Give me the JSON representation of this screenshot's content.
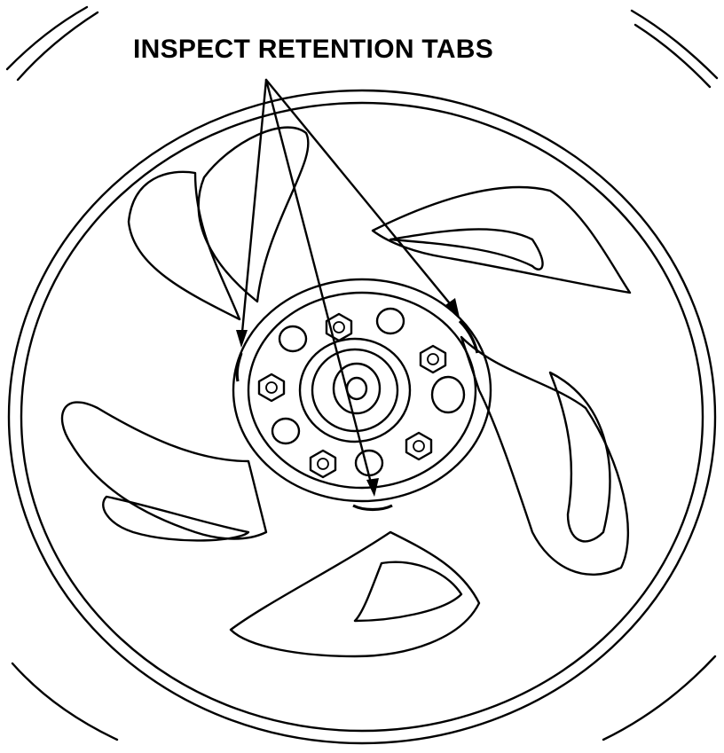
{
  "figure": {
    "callout_label": "INSPECT RETENTION TABS",
    "ink_color": "#000000",
    "background_color": "#ffffff",
    "subject": "wheel-with-center-cap",
    "lug_nut_count": 5,
    "retention_tab_count": 3
  }
}
